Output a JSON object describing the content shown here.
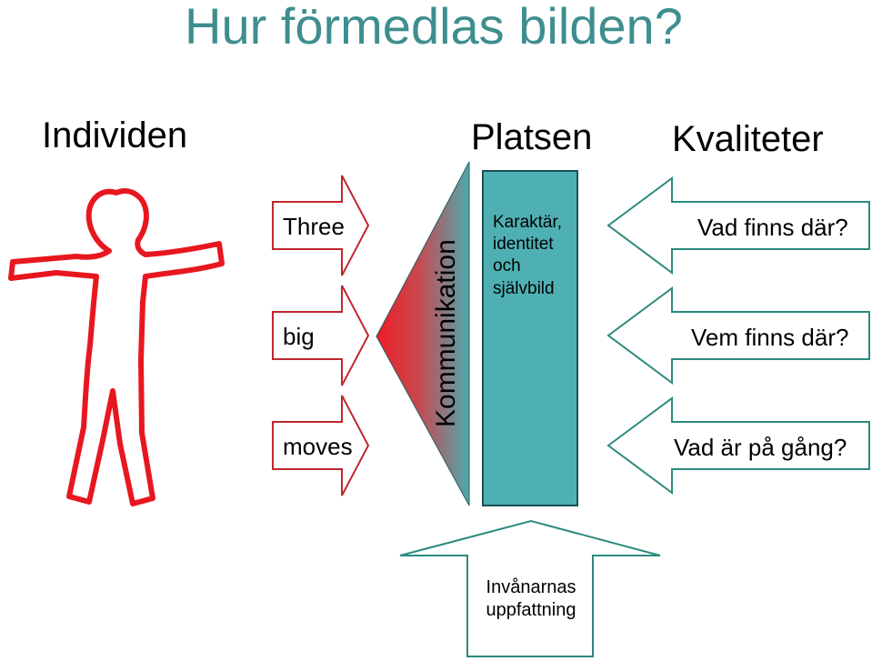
{
  "title": "Hur förmedlas bilden?",
  "headings": {
    "individ": "Individen",
    "platsen": "Platsen",
    "kvaliteter": "Kvaliteter"
  },
  "left_arrows": [
    {
      "label": "Three"
    },
    {
      "label": "big"
    },
    {
      "label": "moves"
    }
  ],
  "triangle": {
    "label": "Kommunikation"
  },
  "place_box": {
    "lines": [
      "Karaktär,",
      "identitet",
      "och",
      "självbild"
    ]
  },
  "right_arrows": [
    {
      "label": "Vad finns där?"
    },
    {
      "label": "Vem finns där?"
    },
    {
      "label": "Vad är på gång?"
    }
  ],
  "bottom_arrow": {
    "lines": [
      "Invånarnas",
      "uppfattning"
    ]
  },
  "colors": {
    "title": "#3f8e8e",
    "figure": "#e8171f",
    "left_arrow_stroke": "#c0272d",
    "right_arrow_stroke": "#2b8a7e",
    "place_box_fill": "#4fb0b4",
    "triangle_red": "#ee1c24",
    "triangle_teal": "#4fa8ad"
  },
  "icons": {
    "figure": "human-figure-outline-icon"
  }
}
